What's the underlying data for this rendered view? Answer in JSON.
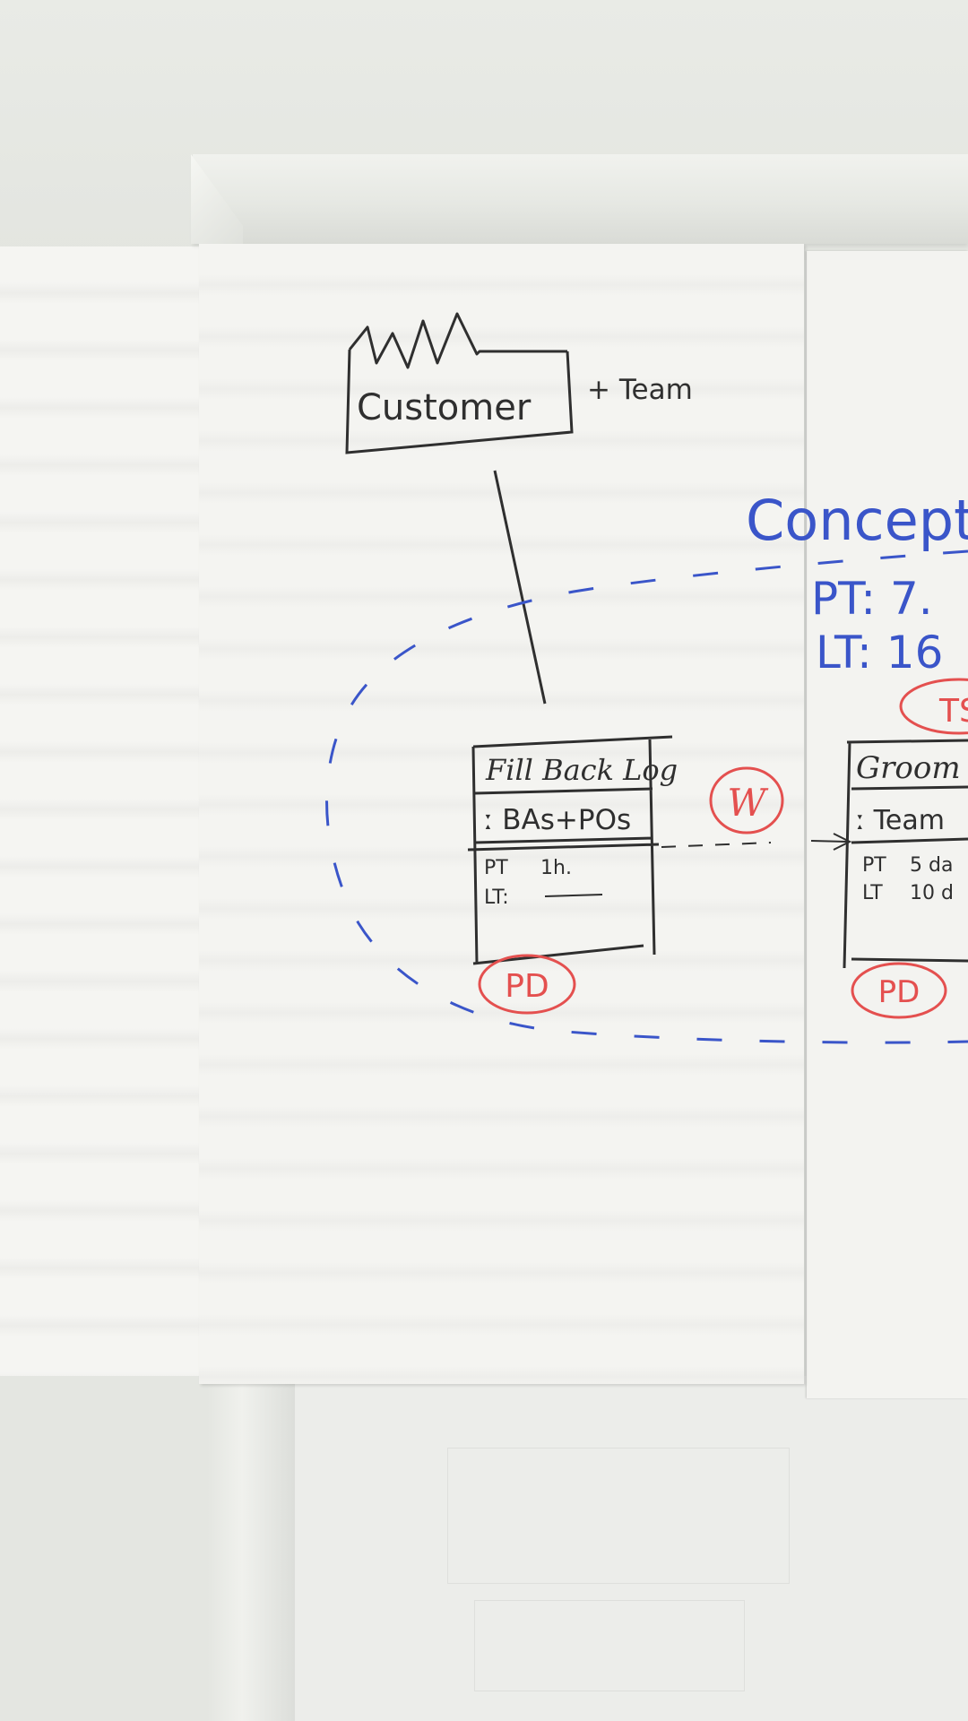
{
  "whiteboard": {
    "customer_label": "Customer",
    "team_label": "+ Team",
    "concept_label": "Concept",
    "concept_pt": "PT: 7.",
    "concept_lt": "LT: 16",
    "box1": {
      "title": "Fill Back Log",
      "role": "ː BAs+POs",
      "pt_label": "PT",
      "pt_value": "1h.",
      "lt_label": "LT:"
    },
    "box2": {
      "title": "Groom",
      "role": "ː Team",
      "pt_label": "PT",
      "pt_value": "5 da",
      "lt_label": "LT",
      "lt_value": "10 d"
    },
    "marker_w": "W",
    "marker_ts": "TS",
    "marker_pd_1": "PD",
    "marker_pd_2": "PD",
    "colors": {
      "black_ink": "#2f2f2f",
      "blue_ink": "#3a55c9",
      "red_ink": "#e4504f",
      "paper": "#f4f4f1"
    }
  }
}
